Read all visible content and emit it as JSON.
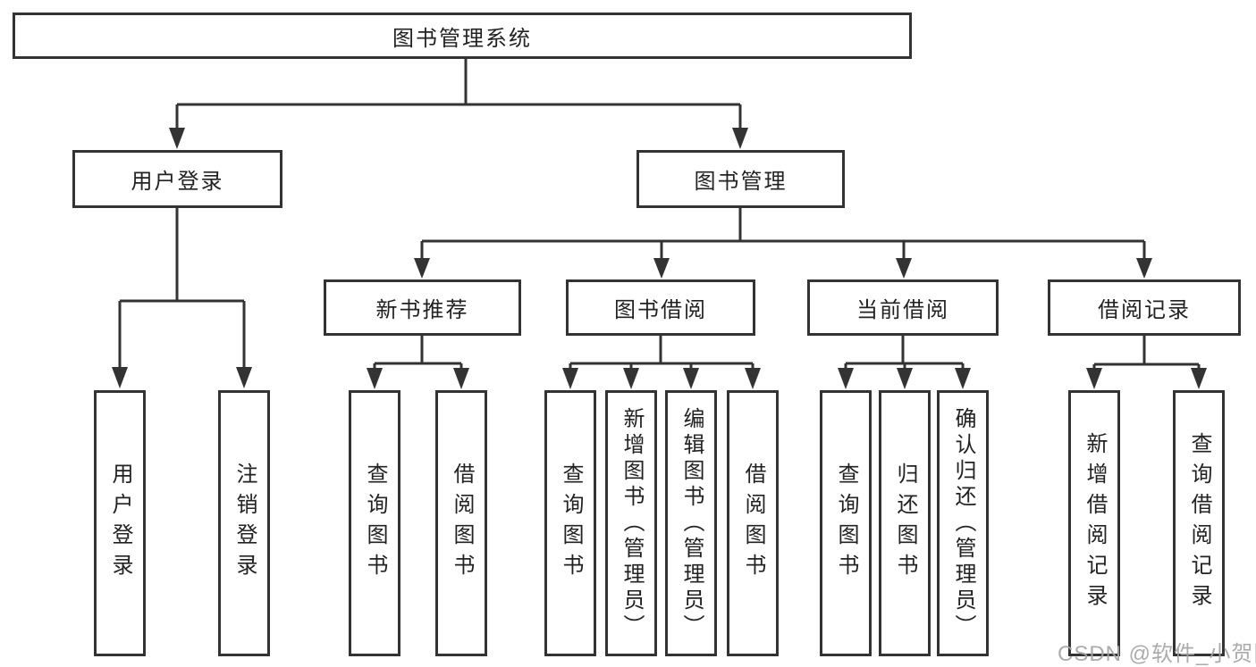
{
  "diagram": {
    "title": "图书管理系统",
    "type": "hierarchy-structure-chart",
    "root": {
      "label": "图书管理系统"
    },
    "level2": [
      {
        "label": "用户登录",
        "parent": "图书管理系统"
      },
      {
        "label": "图书管理",
        "parent": "图书管理系统"
      }
    ],
    "level3": [
      {
        "label": "新书推荐",
        "parent": "图书管理"
      },
      {
        "label": "图书借阅",
        "parent": "图书管理"
      },
      {
        "label": "当前借阅",
        "parent": "图书管理"
      },
      {
        "label": "借阅记录",
        "parent": "图书管理"
      }
    ],
    "leaves": [
      {
        "label": "用户登录",
        "parent": "用户登录"
      },
      {
        "label": "注销登录",
        "parent": "用户登录"
      },
      {
        "label": "查询图书",
        "parent": "新书推荐"
      },
      {
        "label": "借阅图书",
        "parent": "新书推荐"
      },
      {
        "label": "查询图书",
        "parent": "图书借阅"
      },
      {
        "label": "新增图书（管理员）",
        "parent": "图书借阅"
      },
      {
        "label": "编辑图书（管理员）",
        "parent": "图书借阅"
      },
      {
        "label": "借阅图书",
        "parent": "图书借阅"
      },
      {
        "label": "查询图书",
        "parent": "当前借阅"
      },
      {
        "label": "归还图书",
        "parent": "当前借阅"
      },
      {
        "label": "确认归还（管理员）",
        "parent": "当前借阅"
      },
      {
        "label": "新增借阅记录",
        "parent": "借阅记录"
      },
      {
        "label": "查询借阅记录",
        "parent": "借阅记录"
      }
    ]
  },
  "watermark": {
    "text": "CSDN @软件_小贺同学"
  },
  "colors": {
    "line": "#333333",
    "box_border": "#333333",
    "box_fill": "#ffffff",
    "text": "#222222",
    "background": "#ffffff",
    "watermark": "#a3a3a3"
  }
}
